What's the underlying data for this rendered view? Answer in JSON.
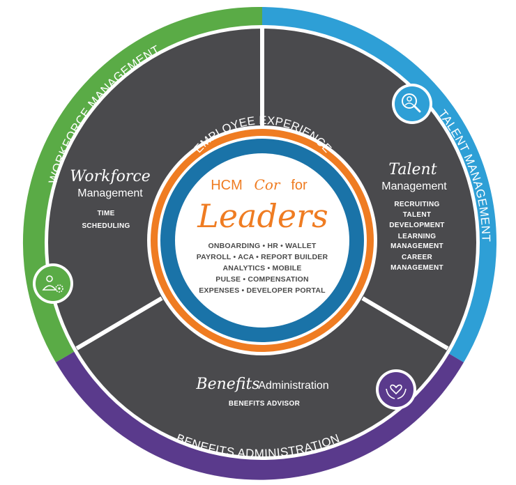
{
  "outer_ring": {
    "workforce_label": "WORKFORCE MANAGEMENT",
    "talent_label": "TALENT MANAGEMENT",
    "benefits_label": "BENEFITS ADMINISTRATION"
  },
  "inner_ring": {
    "label": "EMPLOYEE EXPERIENCE"
  },
  "center": {
    "hcm": "HCM",
    "core": "Cor",
    "for": "for",
    "leaders": "Leaders",
    "lines": [
      "ONBOARDING • HR • WALLET",
      "PAYROLL • ACA • REPORT BUILDER",
      "ANALYTICS • MOBILE",
      "PULSE • COMPENSATION",
      "EXPENSES • DEVELOPER PORTAL"
    ]
  },
  "segments": {
    "workforce": {
      "title": "Workforce",
      "subtitle": "Management",
      "items": [
        "TIME",
        "SCHEDULING"
      ],
      "icon": "people-gear-icon"
    },
    "talent": {
      "title": "Talent",
      "subtitle": "Management",
      "items": [
        "RECRUITING",
        "TALENT",
        "DEVELOPMENT",
        "LEARNING",
        "MANAGEMENT",
        "CAREER",
        "MANAGEMENT"
      ],
      "icon": "magnifier-person-icon"
    },
    "benefits": {
      "title": "Benefits",
      "subtitle": "Administration",
      "items": [
        "BENEFITS ADVISOR"
      ],
      "icon": "hands-heart-icon"
    }
  },
  "colors": {
    "workforce": "#5aab46",
    "talent": "#2e9fd6",
    "benefits": "#5a3a8c",
    "segment_fill": "#4a4a4d",
    "orange": "#ef7c22",
    "inner_blue": "#1a73a8"
  }
}
